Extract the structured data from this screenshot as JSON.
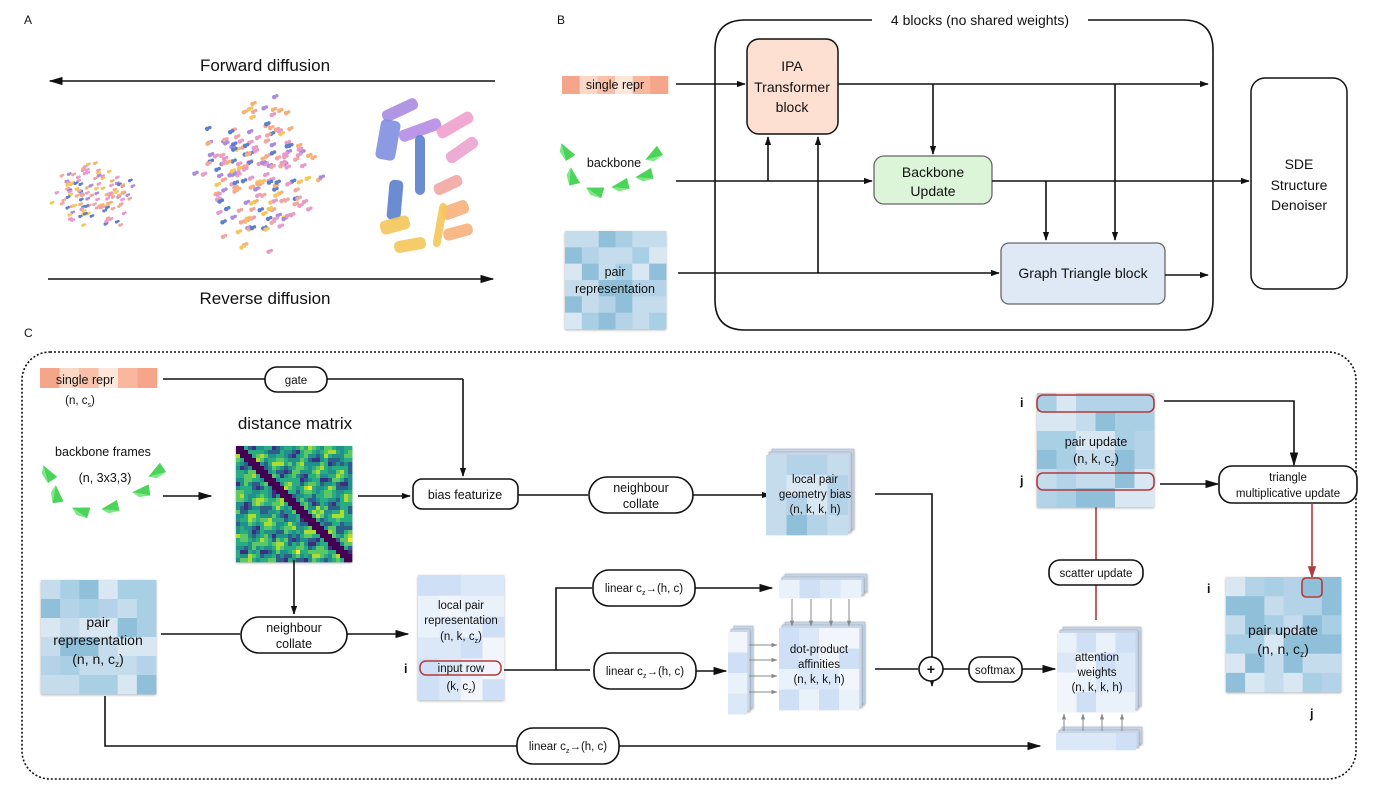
{
  "panels": {
    "a": {
      "label": "A",
      "forward": "Forward diffusion",
      "reverse": "Reverse diffusion",
      "protein_colors": [
        "#e89ac9",
        "#5b7fcc",
        "#f5c75a",
        "#f2a6a0",
        "#a98be0",
        "#f7b07a"
      ]
    },
    "b": {
      "label": "B",
      "group_caption": "4 blocks (no shared weights)",
      "inputs": {
        "single": "single repr",
        "backbone": "backbone",
        "pair_line1": "pair",
        "pair_line2": "representation"
      },
      "ipa": [
        "IPA",
        "Transformer",
        "block"
      ],
      "backbone_update": [
        "Backbone",
        "Update"
      ],
      "graph_triangle": "Graph Triangle block",
      "sde": [
        "SDE",
        "Structure",
        "Denoiser"
      ]
    },
    "c": {
      "label": "C",
      "single_repr": "single repr",
      "single_shape": "(n, c",
      "single_sub": "s",
      "gate": "gate",
      "distance_matrix": "distance matrix",
      "backbone_frames": "backbone frames",
      "backbone_shape": "(n, 3x3,3)",
      "bias_featurize": "bias featurize",
      "neighbour_collate_1": [
        "neighbour",
        "collate"
      ],
      "neighbour_collate_2": [
        "neighbour",
        "collate"
      ],
      "local_geom": [
        "local pair",
        "geometry bias",
        "(n, k, k, h)"
      ],
      "pair_repr": [
        "pair",
        "representation"
      ],
      "pair_repr_shape": "(n, n, c",
      "sub_z": "z",
      "local_pair": [
        "local pair",
        "representation"
      ],
      "local_pair_shape": "(n, k, c",
      "input_row": "input row",
      "input_row_shape": "(k, c",
      "index_i": "i",
      "index_j": "j",
      "linear_label": "linear c",
      "linear_suffix": "→(h, c)",
      "dot_product": [
        "dot-product",
        "affinities",
        "(n, k, k, h)"
      ],
      "plus": "+",
      "softmax": "softmax",
      "attention": [
        "attention",
        "weights",
        "(n, k, k, h)"
      ],
      "scatter_update": "scatter update",
      "pair_update_local": "pair update",
      "pair_update_local_shape": "(n, k, c",
      "triangle": [
        "triangle",
        "multiplicative update"
      ],
      "pair_update_full": "pair update",
      "pair_update_full_shape": "(n, n, c"
    }
  },
  "colors": {
    "single_repr": "#f5a58a",
    "single_repr_light": "#fbd7c6",
    "ipa_fill": "#fde0d2",
    "backbone_fill": "#dcf5d8",
    "graph_fill": "#dfe8f5",
    "pair_blue": [
      "#8fbfd9",
      "#a9cfe4",
      "#c4dcec",
      "#d9e7f3",
      "#b5d3e8"
    ],
    "local_blue": [
      "#e9f1fb",
      "#dbe8f8",
      "#cfe0f6",
      "#f2f6fc"
    ],
    "red_accent": "#b23a3a",
    "green": "#4bd35a"
  }
}
